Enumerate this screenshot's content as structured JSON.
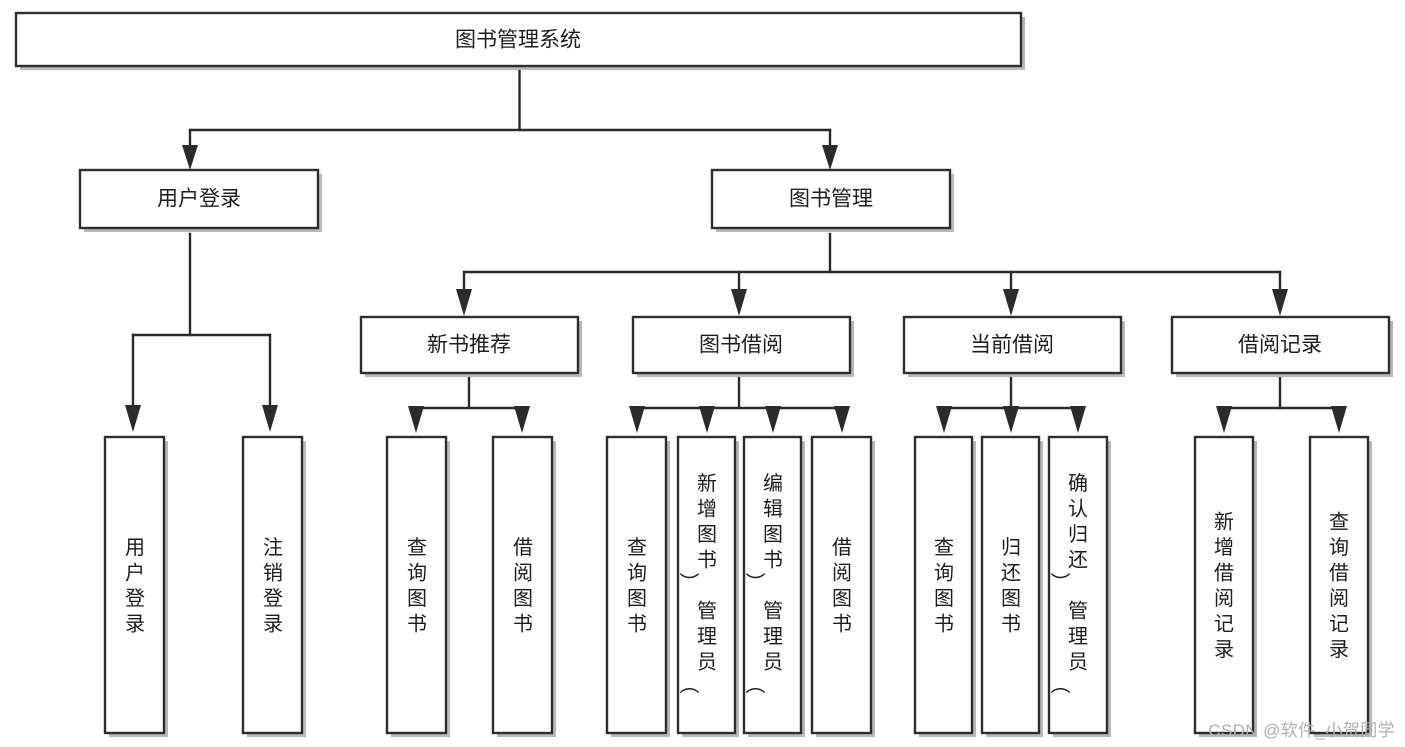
{
  "diagram": {
    "type": "tree-hierarchy",
    "title": "图书管理系统",
    "watermark": "CSDN @软件_小贺同学",
    "colors": {
      "box_border": "#2e2e2e",
      "box_fill": "#ffffff",
      "connector": "#2b2b2b",
      "text": "#1d1d1d",
      "watermark": "#b0b0b0",
      "background": "#ffffff"
    },
    "levels": {
      "root": {
        "label": "图书管理系统"
      },
      "level2": [
        {
          "label": "用户登录"
        },
        {
          "label": "图书管理"
        }
      ],
      "level3": [
        {
          "label": "新书推荐"
        },
        {
          "label": "图书借阅"
        },
        {
          "label": "当前借阅"
        },
        {
          "label": "借阅记录"
        }
      ],
      "leaves": {
        "user_login": [
          {
            "label": "用户登录"
          },
          {
            "label": "注销登录"
          }
        ],
        "new_book": [
          {
            "label": "查询图书"
          },
          {
            "label": "借阅图书"
          }
        ],
        "book_borrow": [
          {
            "label": "查询图书"
          },
          {
            "label": "新增图书（管理员）"
          },
          {
            "label": "编辑图书（管理员）"
          },
          {
            "label": "借阅图书"
          }
        ],
        "current_borrow": [
          {
            "label": "查询图书"
          },
          {
            "label": "归还图书"
          },
          {
            "label": "确认归还（管理员）"
          }
        ],
        "borrow_record": [
          {
            "label": "新增借阅记录"
          },
          {
            "label": "查询借阅记录"
          }
        ]
      }
    }
  }
}
